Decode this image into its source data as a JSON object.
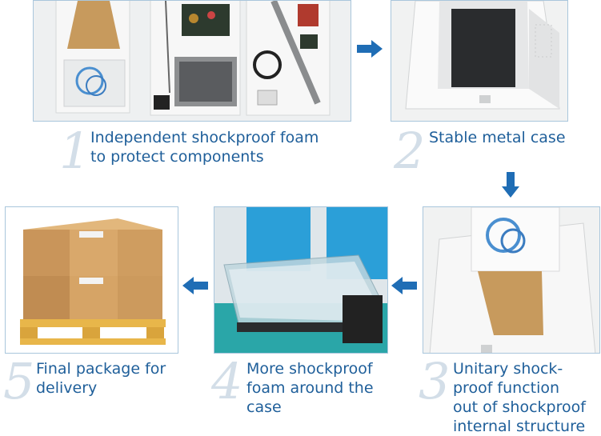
{
  "steps": [
    {
      "number": "1",
      "caption": "Independent shockproof foam\nto protect components"
    },
    {
      "number": "2",
      "caption": "Stable metal case"
    },
    {
      "number": "3",
      "caption": "Unitary shock-\nproof function\nout of shockproof\ninternal structure"
    },
    {
      "number": "4",
      "caption": "More shockproof\nfoam around the\ncase"
    },
    {
      "number": "5",
      "caption": "Final package for\ndelivery"
    }
  ],
  "colors": {
    "accent": "#1f6db5",
    "caption": "#1f5f9a",
    "panel_border": "#a9c6dc"
  },
  "icons": [
    "arrow-right-icon",
    "arrow-down-icon",
    "arrow-left-icon"
  ]
}
